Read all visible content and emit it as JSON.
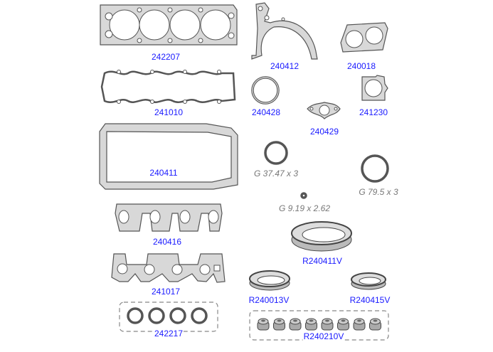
{
  "parts": [
    {
      "id": "242207",
      "kind": "link"
    },
    {
      "id": "240412",
      "kind": "link"
    },
    {
      "id": "240018",
      "kind": "link"
    },
    {
      "id": "241010",
      "kind": "link"
    },
    {
      "id": "240428",
      "kind": "link"
    },
    {
      "id": "241230",
      "kind": "link"
    },
    {
      "id": "240429",
      "kind": "link"
    },
    {
      "id": "240411",
      "kind": "link"
    },
    {
      "id": "240416",
      "kind": "link"
    },
    {
      "id": "R240411V",
      "kind": "link"
    },
    {
      "id": "241017",
      "kind": "link"
    },
    {
      "id": "R240013V",
      "kind": "link"
    },
    {
      "id": "R240415V",
      "kind": "link"
    },
    {
      "id": "242217",
      "kind": "link"
    },
    {
      "id": "R240210V",
      "kind": "link"
    }
  ],
  "orings": [
    {
      "label": "G 37.47 x 3"
    },
    {
      "label": "G 79.5 x 3"
    },
    {
      "label": "G 9.19 x 2.62"
    }
  ],
  "colors": {
    "link": "#1a1aff",
    "oring_label": "#777777",
    "gasket_fill": "#d8d8d8"
  }
}
